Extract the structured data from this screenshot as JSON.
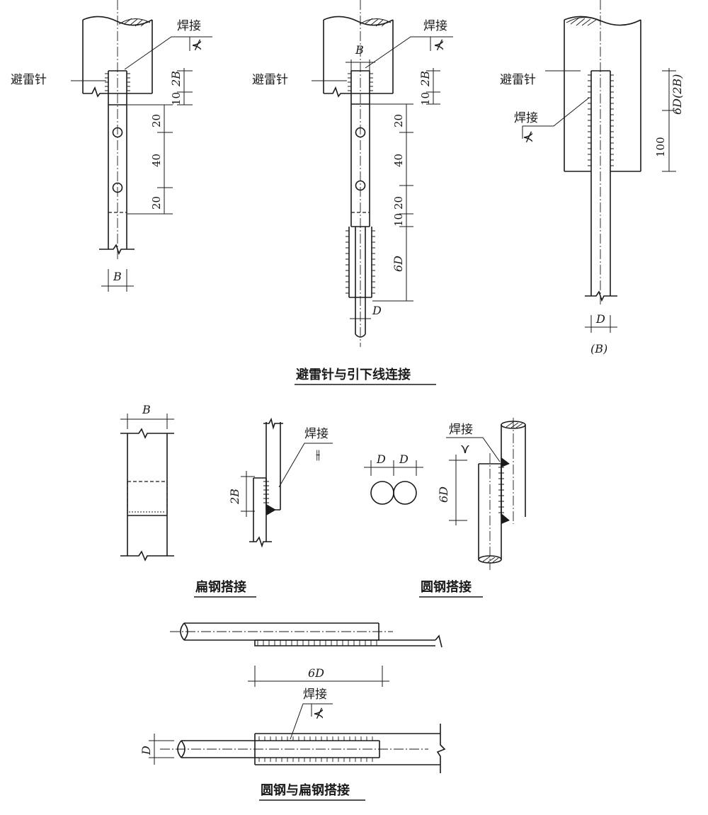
{
  "labels": {
    "lightning_rod": "避雷针",
    "weld": "焊接",
    "weld_symbol_fillet": "⊀",
    "weld_symbol_parallel": "⫲",
    "weld_symbol_round": "⋎"
  },
  "dims": {
    "B": "B",
    "D": "D",
    "B_paren": "(B)",
    "two_B": "2B",
    "six_D": "6D",
    "six_D_two_B": "6D(2B)",
    "ten": "10",
    "twenty": "20",
    "forty": "40",
    "hundred": "100"
  },
  "captions": {
    "rod_downlead": "避雷针与引下线连接",
    "flat_steel_lap": "扁钢搭接",
    "round_steel_lap": "圆钢搭接",
    "round_flat_lap": "圆钢与扁钢搭接"
  }
}
